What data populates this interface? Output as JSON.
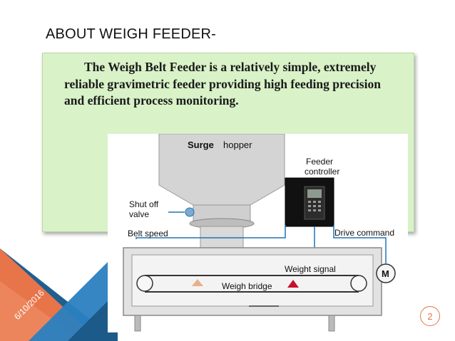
{
  "slide": {
    "title": "ABOUT WEIGH FEEDER-",
    "body": "The Weigh Belt Feeder is a relatively simple, extremely reliable gravimetric feeder providing high feeding precision and efficient process monitoring.",
    "date": "6/10/2016",
    "page_number": "2"
  },
  "diagram": {
    "labels": {
      "surge": "Surge",
      "hopper": "hopper",
      "feeder_controller_line1": "Feeder",
      "feeder_controller_line2": "controller",
      "shut_off_line1": "Shut off",
      "shut_off_line2": "valve",
      "belt_speed": "Belt speed",
      "drive_command": "Drive command",
      "weight_signal": "Weight  signal",
      "weigh_bridge": "Weigh bridge",
      "motor": "M"
    }
  },
  "colors": {
    "accent_orange": "#e8744a",
    "accent_blue": "#2a7fc0",
    "text_box_fill": "#d9f2c8",
    "signal_line": "#1f74b8"
  }
}
